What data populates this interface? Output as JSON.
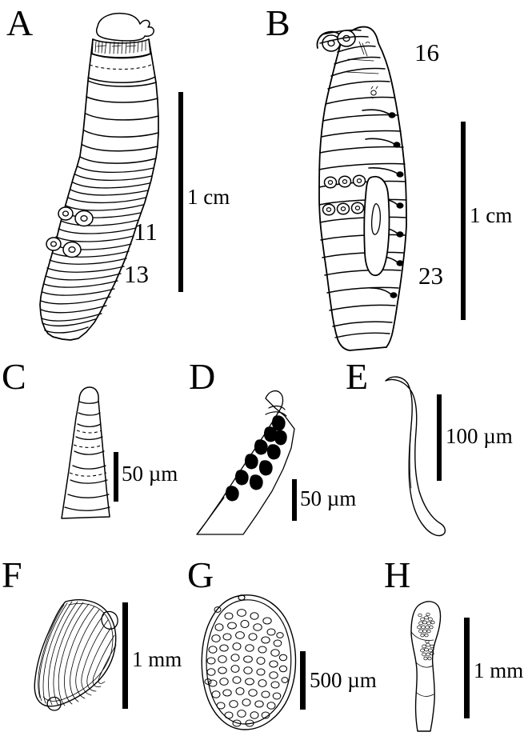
{
  "figure": {
    "type": "scientific-line-drawing-plate",
    "background_color": "#ffffff",
    "ink_color": "#000000",
    "panel_count": 8
  },
  "panels": [
    {
      "id": "A",
      "letter": "A",
      "subject": "anterior body region of clitellate worm, dorsal view",
      "scale_bar": {
        "label": "1 cm",
        "unit": "cm",
        "value": 1
      },
      "segment_labels": [
        {
          "text": "11"
        },
        {
          "text": "13"
        }
      ]
    },
    {
      "id": "B",
      "letter": "B",
      "subject": "anterior body region of clitellate worm, lateral view with genital region",
      "scale_bar": {
        "label": "1 cm",
        "unit": "cm",
        "value": 1
      },
      "segment_labels": [
        {
          "text": "16"
        },
        {
          "text": "23"
        }
      ]
    },
    {
      "id": "C",
      "letter": "C",
      "subject": "annulated tapering papilla / prostomial tip",
      "scale_bar": {
        "label": "50 µm",
        "unit": "µm",
        "value": 50
      },
      "segment_labels": []
    },
    {
      "id": "D",
      "letter": "D",
      "subject": "distal end of chaeta with dark denticles",
      "scale_bar": {
        "label": "50 µm",
        "unit": "µm",
        "value": 50
      },
      "segment_labels": []
    },
    {
      "id": "E",
      "letter": "E",
      "subject": "sigmoid hair chaeta",
      "scale_bar": {
        "label": "100 µm",
        "unit": "µm",
        "value": 100
      },
      "segment_labels": []
    },
    {
      "id": "F",
      "letter": "F",
      "subject": "cocoon with longitudinal ribs",
      "scale_bar": {
        "label": "1 mm",
        "unit": "mm",
        "value": 1
      },
      "segment_labels": []
    },
    {
      "id": "G",
      "letter": "G",
      "subject": "oval cocoon with granular surface texture",
      "scale_bar": {
        "label": "500 µm",
        "unit": "µm",
        "value": 500
      },
      "segment_labels": []
    },
    {
      "id": "H",
      "letter": "H",
      "subject": "club-shaped spermatophore with granular masses",
      "scale_bar": {
        "label": "1 mm",
        "unit": "mm",
        "value": 1
      },
      "segment_labels": []
    }
  ]
}
